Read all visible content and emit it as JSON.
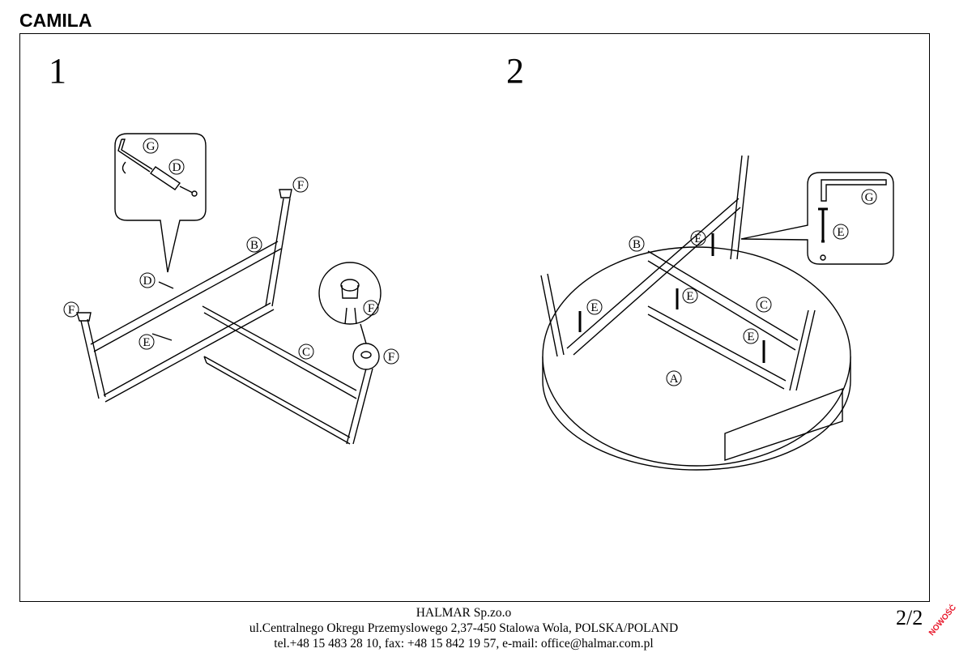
{
  "title": "CAMILA",
  "steps": [
    {
      "number": "1",
      "labels": {
        "g": "G",
        "d1": "D",
        "f1": "F",
        "b": "B",
        "d2": "D",
        "f2": "F",
        "e": "E",
        "c": "C",
        "f3": "F",
        "f4": "F"
      }
    },
    {
      "number": "2",
      "labels": {
        "b": "B",
        "e1": "E",
        "e2": "E",
        "e3": "E",
        "c": "C",
        "e4": "E",
        "a": "A",
        "g": "G",
        "e5": "E"
      }
    }
  ],
  "footer": {
    "company": "HALMAR Sp.zo.o",
    "address": "ul.Centralnego Okregu Przemyslowego 2,37-450 Stalowa Wola, POLSKA/POLAND",
    "contact": "tel.+48 15 483 28 10, fax: +48 15 842 19 57, e-mail: office@halmar.com.pl"
  },
  "page_number": "2/2",
  "stamp": "NOWOŚĆ"
}
